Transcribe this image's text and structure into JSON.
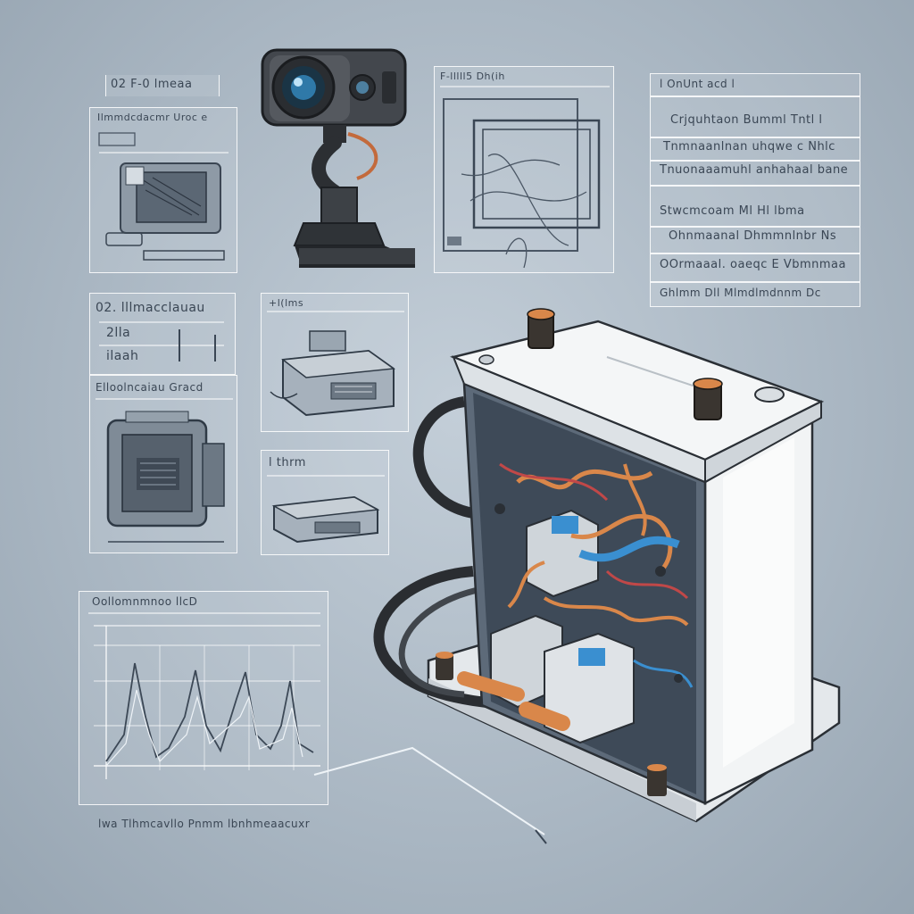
{
  "labels": {
    "top_left_tag": "02 F-0 lmeaa",
    "panel_a_title": "Ilmmdcdacmr Uroc e",
    "panel_b_title": "F-lllll5 Dh(ih",
    "panel_c_title": "02.  lllmacclauau",
    "panel_c_sub1": "2lla",
    "panel_c_sub2": "ilaah",
    "panel_d_title": "Elloolncaiau Gracd",
    "panel_e_title": "+l(lms",
    "panel_f_title": "l thrm",
    "graph_title": "Oollomnmnoo llcD",
    "bottom_caption": "lwa  Tlhmcavllo  Pnmm  lbnhmeaacuxr"
  },
  "spec_list": {
    "header": "l  OnUnt  acd  l",
    "rows": [
      "Crjquhtaon  Bumml  Tntl  l",
      "Tnmnaanlnan  uhqwe  c  Nhlc",
      "Tnuonaaamuhl  anhahaal  bane",
      "Stwcmcoam  Ml  Hl  lbma",
      "Ohnmaanal  Dhmmnlnbr  Ns",
      "OOrmaaal.  oaeqc  E  Vbmnmaa",
      "Ghlmm  Dll  Mlmdlmdnnm  Dc"
    ]
  },
  "colors": {
    "background": "#aab7c3",
    "panel_border": "#ffffff",
    "copper": "#d9874a",
    "wire_blue": "#3a8fd0",
    "wire_red": "#c04848",
    "battery_body": "#eef1f3",
    "terminal_dark": "#3a3530"
  },
  "icons": {
    "camera": "security-camera-icon",
    "battery": "battery-cutaway-icon"
  }
}
